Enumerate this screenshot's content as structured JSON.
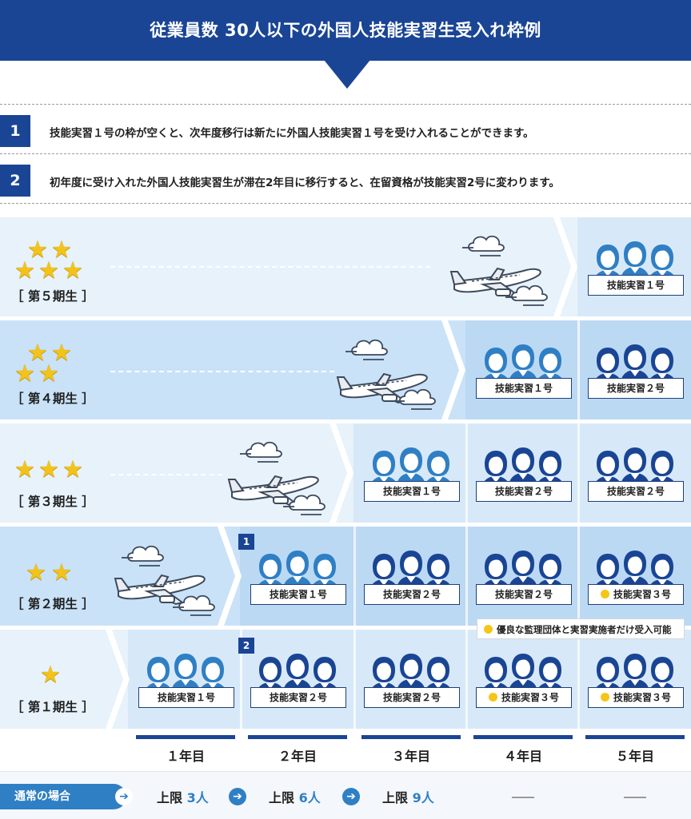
{
  "header": {
    "title": "従業員数 30人以下の外国人技能実習生受入れ枠例"
  },
  "notes": [
    {
      "num": "1",
      "text": "技能実習１号の枠が空くと、次年度移行は新たに外国人技能実習１号を受け入れることができます。"
    },
    {
      "num": "2",
      "text": "初年度に受け入れた外国人技能実習生が滞在2年目に移行すると、在留資格が技能実習2号に変わります。"
    }
  ],
  "periods": [
    {
      "label": "［ 第５期生 ］",
      "stars": 5
    },
    {
      "label": "［ 第４期生 ］",
      "stars": 4
    },
    {
      "label": "［ 第３期生 ］",
      "stars": 3
    },
    {
      "label": "［ 第２期生 ］",
      "stars": 2
    },
    {
      "label": "［ 第１期生 ］",
      "stars": 1
    }
  ],
  "status": {
    "s1": "技能実習１号",
    "s2": "技能実習２号",
    "s3": "技能実習３号"
  },
  "badges": {
    "b1": "1",
    "b2": "2"
  },
  "legend": {
    "text": "優良な監理団体と実習実施者だけ受入可能"
  },
  "years": [
    "１年目",
    "２年目",
    "３年目",
    "４年目",
    "５年目"
  ],
  "footer": {
    "label": "通常の場合",
    "limits": [
      {
        "prefix": "上限 ",
        "num": "3",
        "unit": "人"
      },
      {
        "prefix": "上限 ",
        "num": "6",
        "unit": "人"
      },
      {
        "prefix": "上限 ",
        "num": "9",
        "unit": "人"
      }
    ],
    "dash": "—"
  },
  "colors": {
    "navy": "#1a4595",
    "blue": "#2f7fc5",
    "light_row": "#e7f2fb",
    "mid_row": "#c9e2f8",
    "star": "#f3c319",
    "dot": "#f5c518"
  },
  "icons": {
    "people": "three-people-icon",
    "plane": "airplane-icon",
    "cloud": "cloud-icon",
    "star": "star-icon",
    "arrow": "arrow-right-icon"
  }
}
